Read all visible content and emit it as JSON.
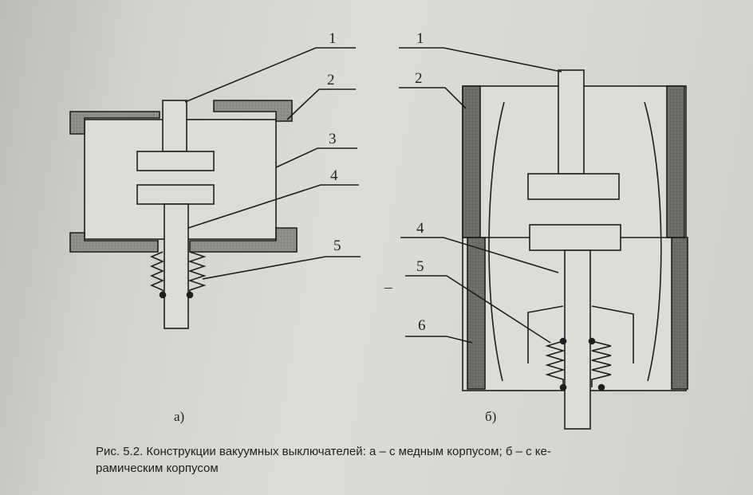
{
  "figure_a": {
    "labels": [
      "1",
      "2",
      "3",
      "4",
      "5"
    ],
    "sublabel": "а)"
  },
  "figure_b": {
    "labels": [
      "1",
      "2",
      "4",
      "5",
      "6"
    ],
    "sublabel": "б)"
  },
  "stray_mark": "–",
  "caption": {
    "line1": "Рис. 5.2. Конструкции вакуумных выключателей: а – с медным корпусом; б – с ке-",
    "line2": "рамическим корпусом"
  }
}
